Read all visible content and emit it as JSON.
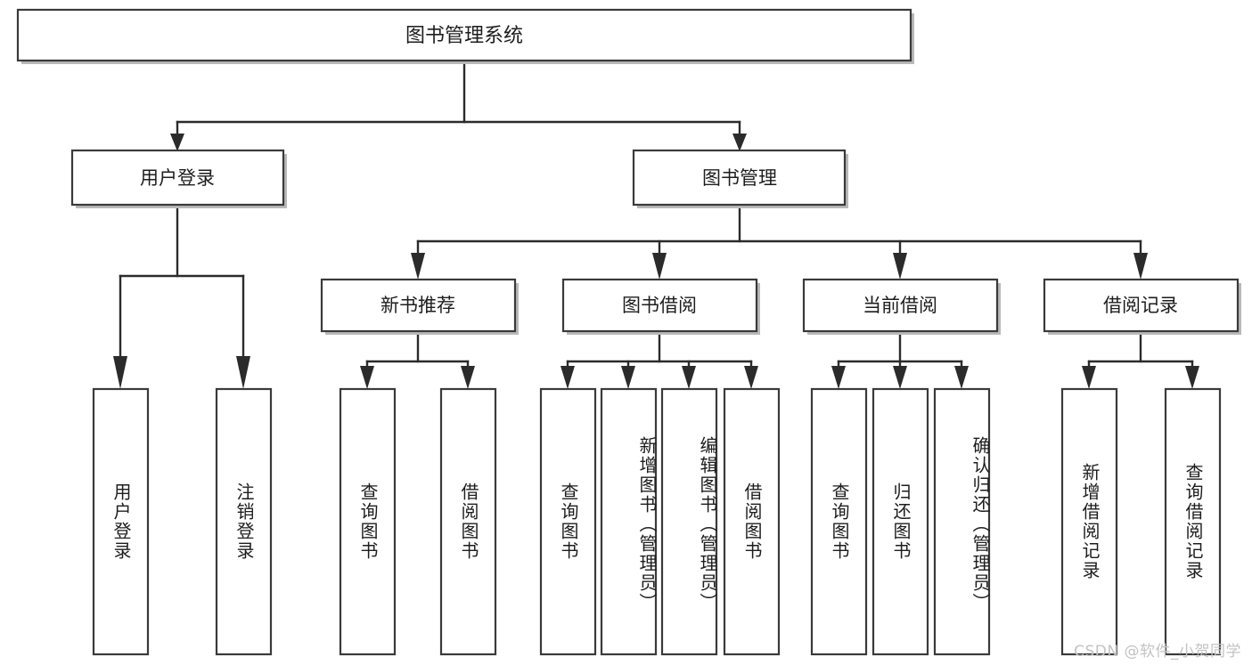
{
  "diagram": {
    "title": "图书管理系统",
    "type": "tree",
    "watermark": "CSDN @软件_小贺同学",
    "colors": {
      "background": "#ffffff",
      "box_fill": "#ffffff",
      "box_stroke": "#3a3a3a",
      "connector": "#2b2b2b",
      "text": "#1d1d1d",
      "watermark": "#c3c3c3"
    },
    "root": {
      "label": "图书管理系统"
    },
    "level2": [
      {
        "label": "用户登录"
      },
      {
        "label": "图书管理"
      }
    ],
    "level3": [
      {
        "label": "新书推荐"
      },
      {
        "label": "图书借阅"
      },
      {
        "label": "当前借阅"
      },
      {
        "label": "借阅记录"
      }
    ],
    "leaves": {
      "user_login": [
        {
          "label": "用户登录"
        },
        {
          "label": "注销登录"
        }
      ],
      "new_book_recommend": [
        {
          "label": "查询图书"
        },
        {
          "label": "借阅图书"
        }
      ],
      "book_borrow": [
        {
          "label": "查询图书"
        },
        {
          "label": "新增图书（管理员）"
        },
        {
          "label": "编辑图书（管理员）"
        },
        {
          "label": "借阅图书"
        }
      ],
      "current_borrow": [
        {
          "label": "查询图书"
        },
        {
          "label": "归还图书"
        },
        {
          "label": "确认归还（管理员）"
        }
      ],
      "borrow_record": [
        {
          "label": "新增借阅记录"
        },
        {
          "label": "查询借阅记录"
        }
      ]
    }
  }
}
